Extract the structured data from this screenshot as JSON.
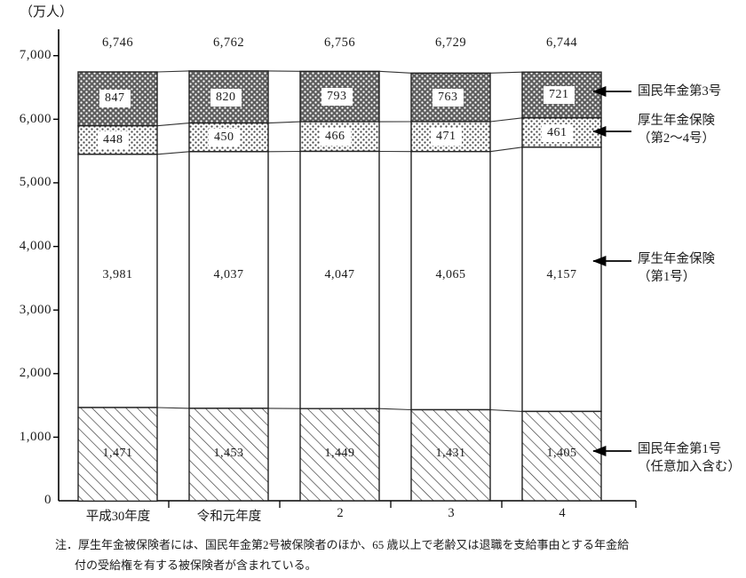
{
  "axis": {
    "unit": "（万人）",
    "y_ticks": [
      "7,000",
      "6,000",
      "5,000",
      "4,000",
      "3,000",
      "2,000",
      "1,000",
      "0"
    ]
  },
  "callouts": {
    "kokumin3": "国民年金第3号",
    "kosei24_l1": "厚生年金保険",
    "kosei24_l2": "（第2～4号）",
    "kosei1_l1": "厚生年金保険",
    "kosei1_l2": "（第1号）",
    "kokumin1_l1": "国民年金第1号",
    "kokumin1_l2": "（任意加入含む）"
  },
  "footnote": {
    "line1": "注．厚生年金被保険者には、国民年金第2号被保険者のほか、65 歳以上で老齢又は退職を支給事由とする年金給",
    "line2": "付の受給権を有する被保険者が含まれている。"
  },
  "chart_data": {
    "type": "bar",
    "title": "",
    "subtitle": "",
    "xlabel": "",
    "ylabel": "（万人）",
    "ylim": [
      0,
      7000
    ],
    "y_tick_values": [
      0,
      1000,
      2000,
      3000,
      4000,
      5000,
      6000,
      7000
    ],
    "grid": false,
    "stacked": true,
    "legend_position": "right-callouts",
    "categories": [
      "平成30年度",
      "令和元年度",
      "2",
      "3",
      "4"
    ],
    "totals": [
      6746,
      6762,
      6756,
      6729,
      6744
    ],
    "total_labels": [
      "6,746",
      "6,762",
      "6,756",
      "6,729",
      "6,744"
    ],
    "series": [
      {
        "name": "国民年金第1号（任意加入含む）",
        "pattern": "diagonal-hatch",
        "values": [
          1471,
          1453,
          1449,
          1431,
          1405
        ],
        "labels": [
          "1,471",
          "1,453",
          "1,449",
          "1,431",
          "1,405"
        ]
      },
      {
        "name": "厚生年金保険（第1号）",
        "pattern": "blank",
        "values": [
          3981,
          4037,
          4047,
          4065,
          4157
        ],
        "labels": [
          "3,981",
          "4,037",
          "4,047",
          "4,065",
          "4,157"
        ]
      },
      {
        "name": "厚生年金保険（第2～4号）",
        "pattern": "light-dots",
        "values": [
          448,
          450,
          466,
          471,
          461
        ],
        "labels": [
          "448",
          "450",
          "466",
          "471",
          "461"
        ]
      },
      {
        "name": "国民年金第3号",
        "pattern": "dense-dots",
        "values": [
          847,
          820,
          793,
          763,
          721
        ],
        "labels": [
          "847",
          "820",
          "793",
          "763",
          "721"
        ]
      }
    ]
  }
}
